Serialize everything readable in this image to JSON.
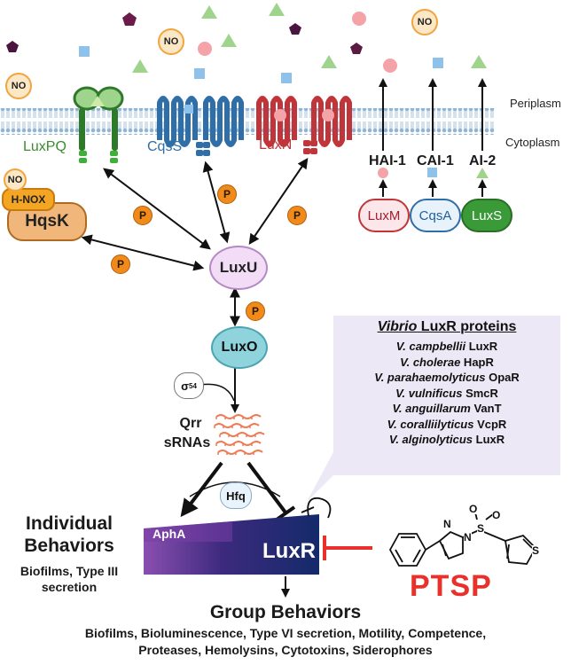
{
  "membrane": {
    "periplasm": "Periplasm",
    "cytoplasm": "Cytoplasm"
  },
  "receptors": {
    "luxpq": "LuxPQ",
    "cqss": "CqsS",
    "luxn": "LuxN"
  },
  "signals": {
    "hai1": "HAI-1",
    "cai1": "CAI-1",
    "ai2": "AI-2"
  },
  "synthases": {
    "luxm": "LuxM",
    "cqsa": "CqsA",
    "luxs": "LuxS"
  },
  "no_label": "NO",
  "hnox_label": "H-NOX",
  "hqsk_label": "HqsK",
  "phospho_label": "P",
  "luxu_label": "LuxU",
  "luxo_label": "LuxO",
  "sigma_base": "σ",
  "sigma_sup": "54",
  "qrr_line1": "Qrr",
  "qrr_line2": "sRNAs",
  "hfq_label": "Hfq",
  "apha_label": "AphA",
  "luxr_label": "LuxR",
  "individual": {
    "title_line1": "Individual",
    "title_line2": "Behaviors",
    "examples_line1": "Biofilms, Type III",
    "examples_line2": "secretion"
  },
  "group": {
    "title": "Group Behaviors",
    "examples_line1": "Biofilms, Bioluminescence, Type VI secretion, Motility,  Competence,",
    "examples_line2": "Proteases, Hemolysins, Cytotoxins, Siderophores"
  },
  "luxr_panel": {
    "title_genus": "Vibrio",
    "title_rest": " LuxR proteins",
    "proteins": [
      {
        "species": "V. campbellii",
        "protein": " LuxR"
      },
      {
        "species": "V. cholerae",
        "protein": " HapR"
      },
      {
        "species": "V. parahaemolyticus",
        "protein": " OpaR"
      },
      {
        "species": "V. vulnificus",
        "protein": " SmcR"
      },
      {
        "species": "V. anguillarum",
        "protein": " VanT"
      },
      {
        "species": "V. coralliilyticus",
        "protein": " VcpR"
      },
      {
        "species": "V. alginolyticus",
        "protein": " LuxR"
      }
    ]
  },
  "inhibitor": {
    "name": "PTSP",
    "atom_n1": "N",
    "atom_n2": "N",
    "atom_s": "S",
    "atom_o1": "O",
    "atom_o2": "O",
    "atom_s_thiophene": "S"
  },
  "colors": {
    "luxpq": "#3a8c2f",
    "cqss": "#2f6ea6",
    "luxn": "#c0353a",
    "luxu_fill": "#f3dcf5",
    "luxo_fill": "#8fd4dc",
    "ptsp": "#e8312a",
    "panel_bg": "#ece8f6"
  }
}
